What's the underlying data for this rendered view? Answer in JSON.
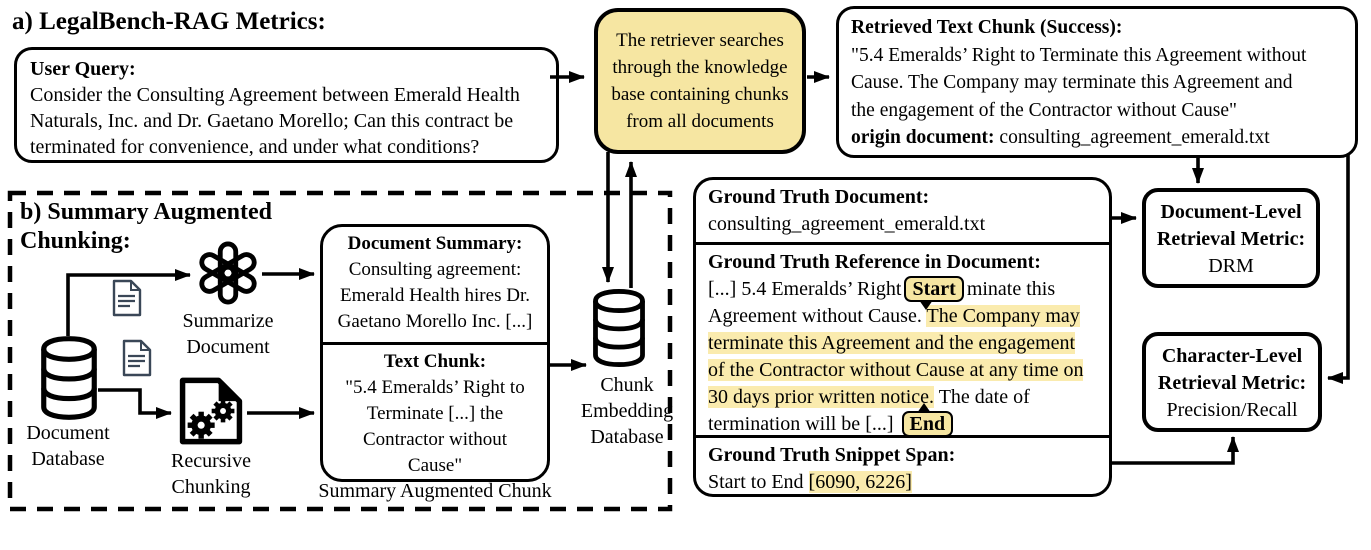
{
  "panel_a": {
    "heading": "a) LegalBench-RAG Metrics:",
    "user_query": {
      "title": "User Query:",
      "body": "Consider the Consulting Agreement between Emerald Health\nNaturals, Inc. and Dr. Gaetano Morello; Can this contract be\nterminated for convenience, and under what conditions?"
    },
    "retriever_note": "The retriever searches\nthrough the knowledge\nbase containing chunks\nfrom all documents",
    "retrieved_chunk": {
      "title": "Retrieved Text Chunk (Success):",
      "body": "\"5.4 Emeralds’ Right to Terminate this Agreement without\nCause. The Company may terminate this Agreement and\nthe engagement of the Contractor without Cause\"",
      "origin_label": "origin document:",
      "origin_value": " consulting_agreement_emerald.txt"
    }
  },
  "panel_b": {
    "heading": "b) Summary Augmented\nChunking:",
    "document_database_label": "Document\nDatabase",
    "summarize_label": "Summarize\nDocument",
    "recursive_label": "Recursive\nChunking",
    "summary_chunk": {
      "summary_title": "Document Summary:",
      "summary_body": "Consulting agreement:\nEmerald Health hires Dr.\nGaetano Morello Inc. [...]",
      "chunk_title": "Text Chunk:",
      "chunk_body": "\"5.4 Emeralds’ Right to\nTerminate [...] the\nContractor without\nCause\"",
      "caption": "Summary Augmented Chunk"
    },
    "chunk_db_label": "Chunk\nEmbedding\nDatabase"
  },
  "ground_truth": {
    "document": {
      "title": "Ground Truth Document:",
      "value": "consulting_agreement_emerald.txt"
    },
    "reference": {
      "title": "Ground Truth Reference in Document:",
      "segments": [
        {
          "type": "text",
          "text": "[...] 5.4 Emeralds’ Right"
        },
        {
          "type": "badge",
          "text": "Start",
          "pointer": "down"
        },
        {
          "type": "text",
          "text": "minate this\nAgreement without Cause. "
        },
        {
          "type": "highlight",
          "text": "The Company may\nterminate this Agreement and the engagement\nof the Contractor without Cause at any time on\n30 days prior written notice."
        },
        {
          "type": "text",
          "text": " The date of\ntermination will be [...]  "
        },
        {
          "type": "badge",
          "text": "End",
          "pointer": "up"
        }
      ]
    },
    "snippet": {
      "title": "Ground Truth Snippet Span:",
      "prefix": "Start to End ",
      "span": "[6090, 6226]"
    }
  },
  "metrics": {
    "doc_level": {
      "title": "Document-Level\nRetrieval Metric:",
      "value": "DRM"
    },
    "char_level": {
      "title": "Character-Level\nRetrieval Metric:",
      "value": "Precision/Recall"
    }
  },
  "colors": {
    "accent_yellow": "#F6E6A2",
    "highlight_yellow": "#FAEBAE",
    "ink": "#000000",
    "doc_icon_stroke": "#3a4757"
  }
}
